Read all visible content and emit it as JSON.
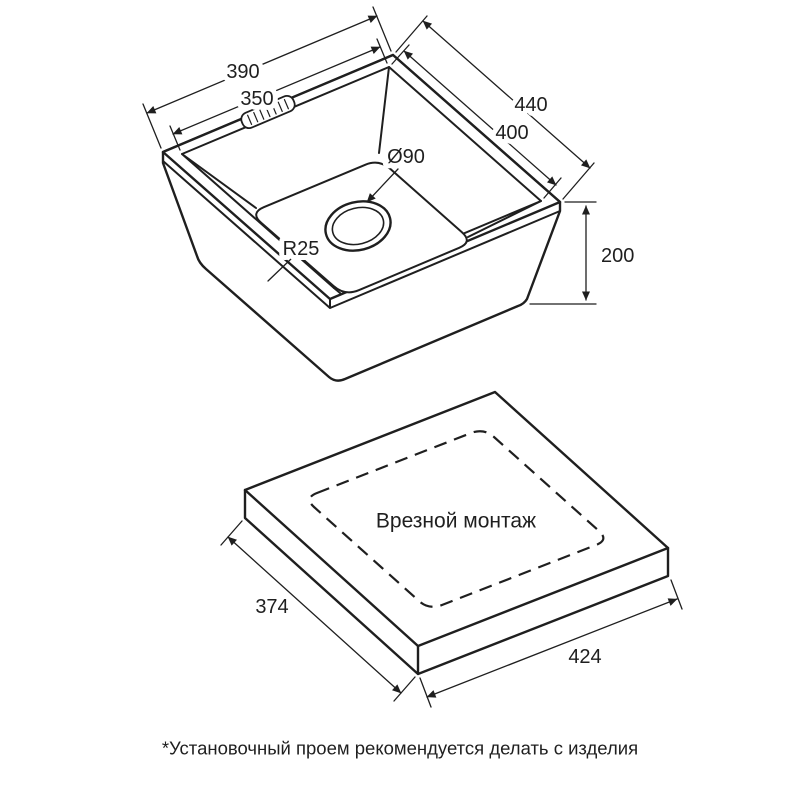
{
  "colors": {
    "ink": "#1f1f1f",
    "background": "#ffffff"
  },
  "sink_view": {
    "dimensions": {
      "outer_width": "390",
      "inner_width": "350",
      "outer_depth": "440",
      "inner_depth": "400",
      "height": "200",
      "drain_diameter": "Ø90",
      "corner_radius": "R25"
    }
  },
  "installation_view": {
    "label": "Врезной монтаж",
    "dimensions": {
      "cutout_width": "374",
      "cutout_depth": "424"
    }
  },
  "footnote": "*Установочный проем рекомендуется делать с изделия"
}
